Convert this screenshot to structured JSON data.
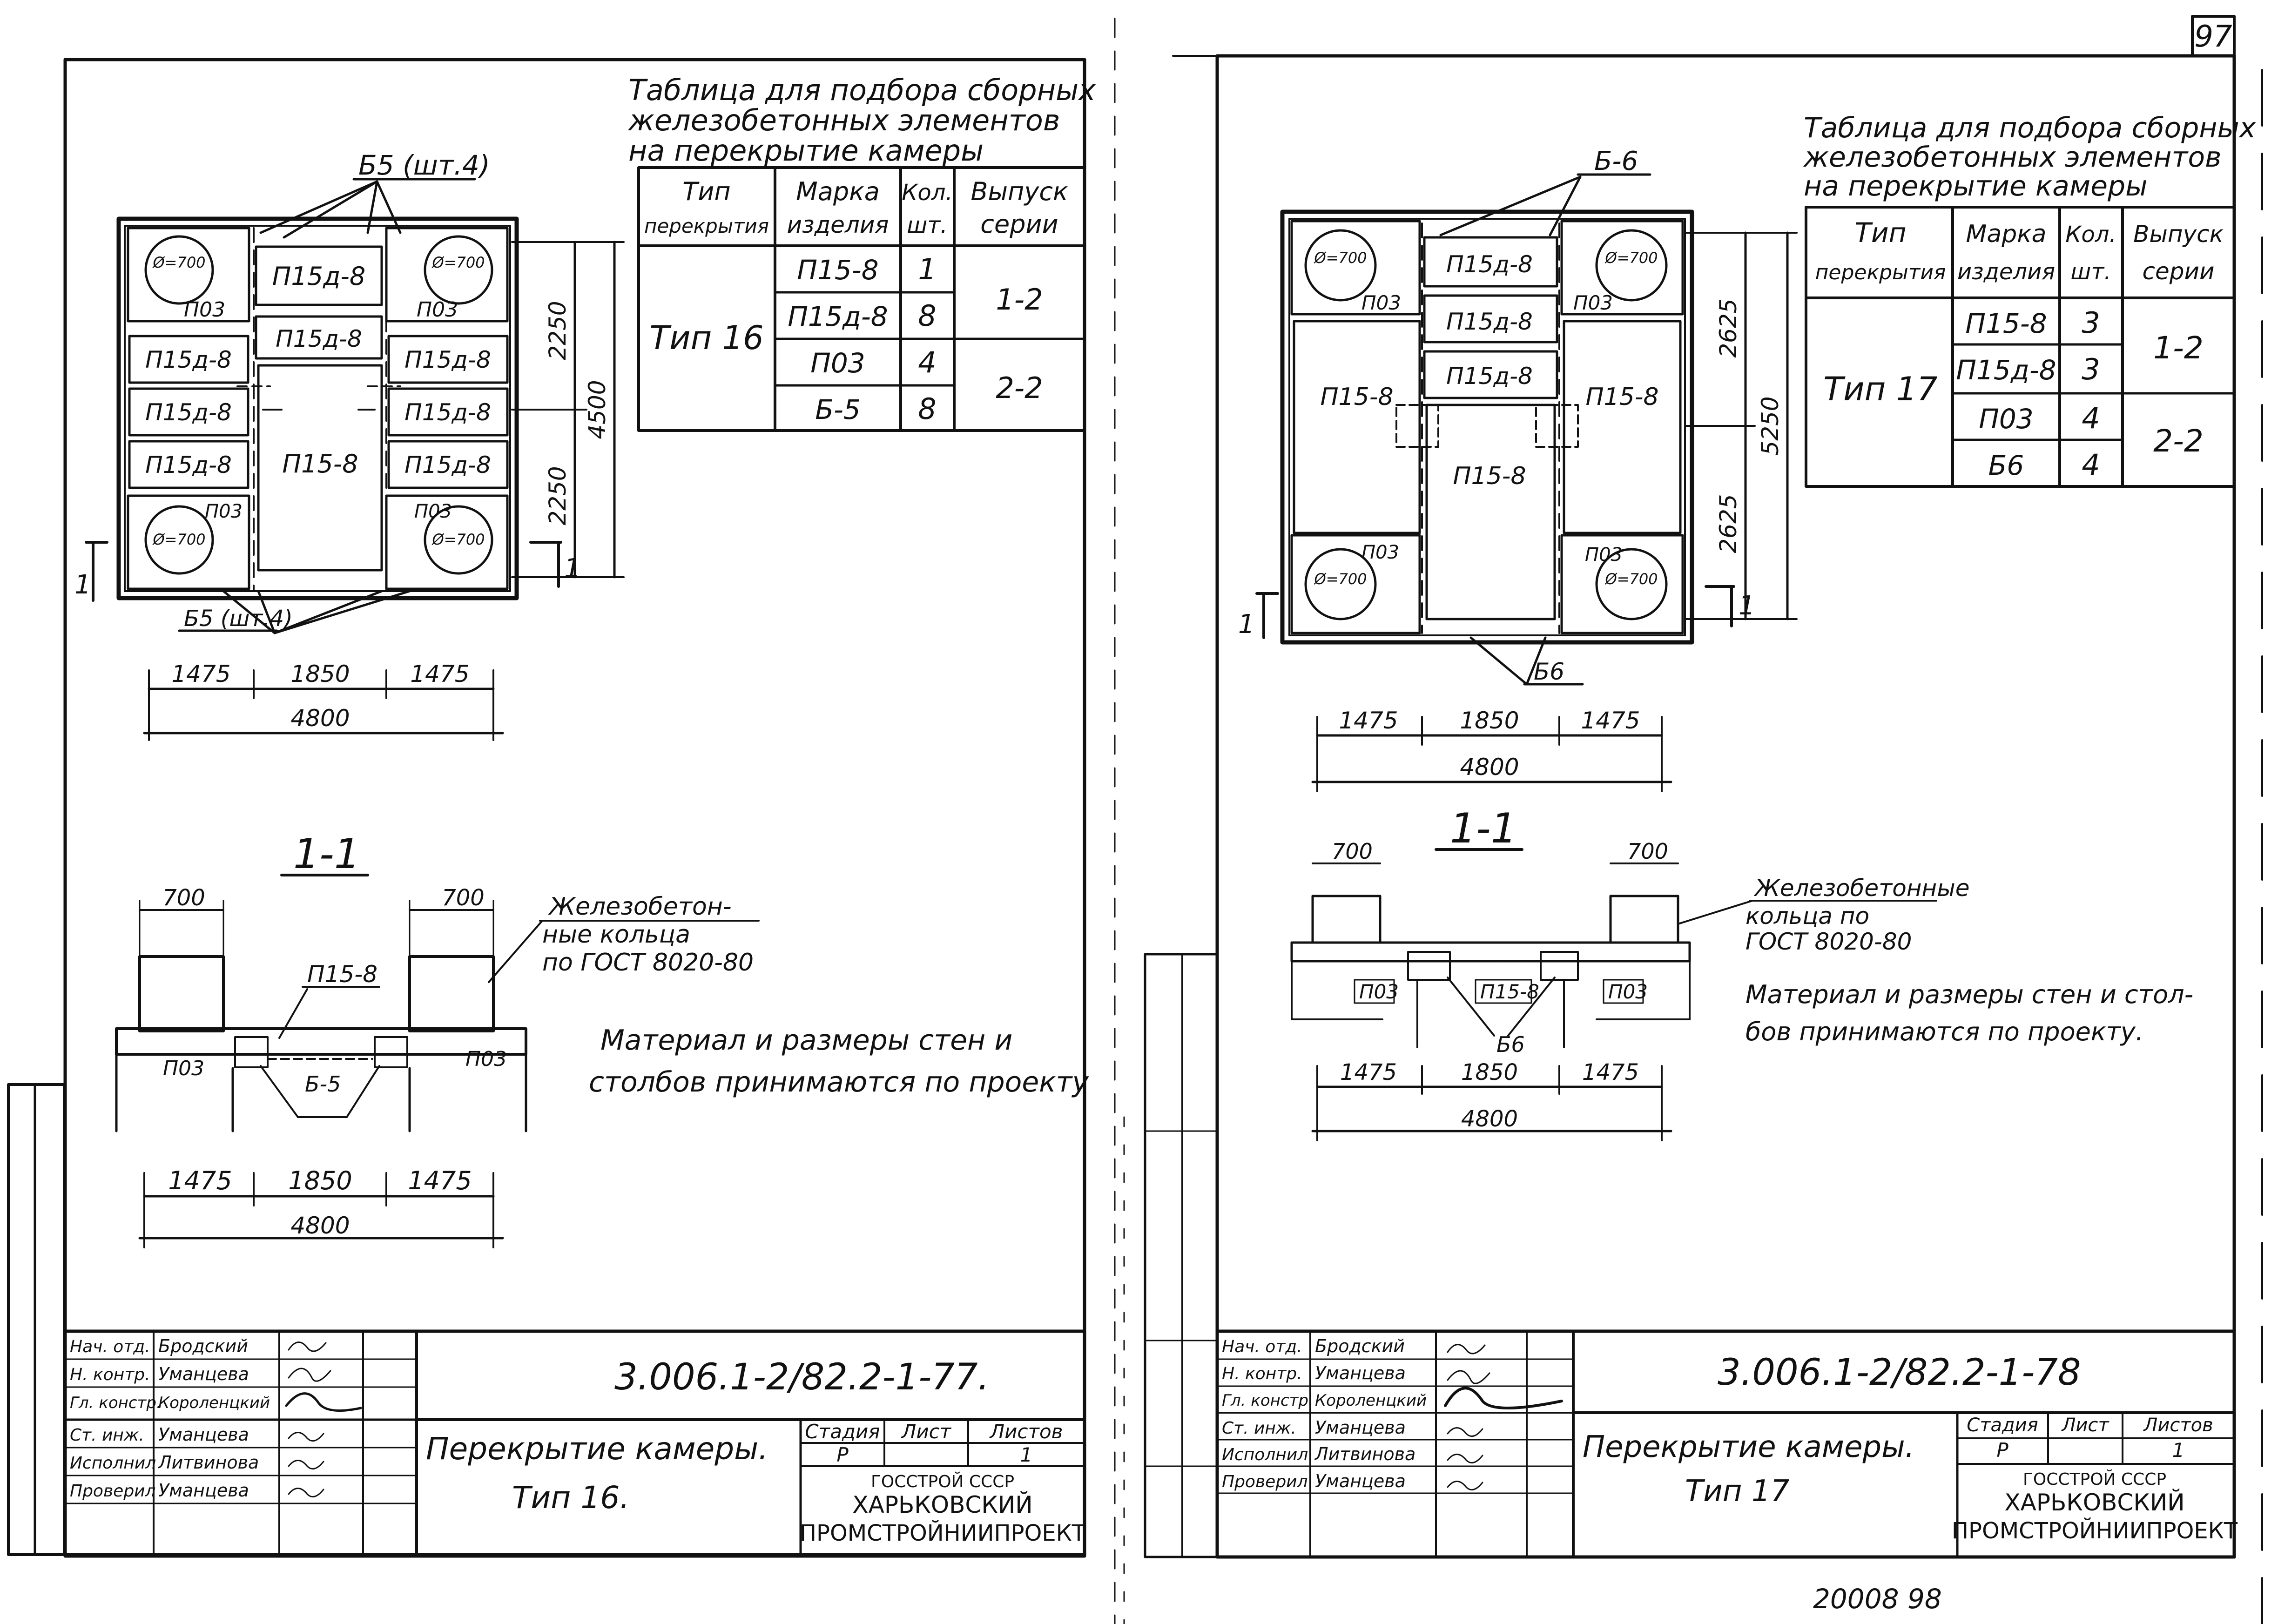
{
  "corner_page_number": "97",
  "bottom_page_note": "20008 98",
  "sheets": [
    {
      "selection_table": {
        "title": [
          "Таблица для подбора сборных",
          "железобетонных элементов",
          "на перекрытие камеры"
        ],
        "headers": [
          [
            "Тип",
            "перекрытия"
          ],
          [
            "Марка",
            "изделия"
          ],
          [
            "Кол.",
            "шт."
          ],
          [
            "Выпуск",
            "серии"
          ]
        ],
        "type": "Тип 16",
        "rows": [
          {
            "mark": "П15-8",
            "qty": "1"
          },
          {
            "mark": "П15д-8",
            "qty": "8"
          },
          {
            "mark": "П03",
            "qty": "4"
          },
          {
            "mark": "Б-5",
            "qty": "8"
          }
        ],
        "issues": [
          "1-2",
          "2-2"
        ]
      },
      "plan": {
        "top_callout": "Б5 (шт.4)",
        "bottom_callout": "Б5 (шт.4)",
        "panel_large": "П15-8",
        "panel_small": "П15д-8",
        "corner_ring": "П03",
        "ring_diameter": "Ø=700",
        "dim_half": "2250",
        "dim_total": "4500",
        "section_mark": "1",
        "widths": [
          "1475",
          "1850",
          "1475"
        ],
        "width_total": "4800"
      },
      "section": {
        "title": "1-1",
        "ring_width": "700",
        "labels": {
          "ring": "П03",
          "center": "П15-8",
          "beam": "Б-5"
        },
        "widths": [
          "1475",
          "1850",
          "1475"
        ],
        "width_total": "4800",
        "note_rings": [
          "Железобетон-",
          "ные кольца",
          "по ГОСТ 8020-80"
        ],
        "note_material": [
          "Материал и размеры стен и",
          "столбов принимаются по проекту"
        ]
      },
      "title_block": {
        "code": "3.006.1-2/82.2-1-77.",
        "roles": [
          "Нач. отд.",
          "Н. контр.",
          "Гл. констр.",
          "Ст. инж.",
          "Исполнил",
          "Проверил"
        ],
        "names": [
          "Бродский",
          "Уманцева",
          "Короленцкий",
          "Уманцева",
          "Литвинова",
          "Уманцева"
        ],
        "title_lines": [
          "Перекрытие камеры.",
          "Тип 16."
        ],
        "stage_label": "Стадия",
        "sheet_label": "Лист",
        "sheets_label": "Листов",
        "stage": "Р",
        "sheet": "1",
        "org": [
          "ГОССТРОЙ СССР",
          "ХАРЬКОВСКИЙ",
          "ПРОМСТРОЙНИИПРОЕКТ"
        ]
      }
    },
    {
      "selection_table": {
        "title": [
          "Таблица для подбора сборных",
          "железобетонных элементов",
          "на перекрытие камеры"
        ],
        "headers": [
          [
            "Тип",
            "перекрытия"
          ],
          [
            "Марка",
            "изделия"
          ],
          [
            "Кол.",
            "шт."
          ],
          [
            "Выпуск",
            "серии"
          ]
        ],
        "type": "Тип 17",
        "rows": [
          {
            "mark": "П15-8",
            "qty": "3"
          },
          {
            "mark": "П15д-8",
            "qty": "3"
          },
          {
            "mark": "П03",
            "qty": "4"
          },
          {
            "mark": "Б6",
            "qty": "4"
          }
        ],
        "issues": [
          "1-2",
          "2-2"
        ]
      },
      "plan": {
        "top_callout": "Б-6",
        "bottom_callout": "Б6",
        "panel_large": "П15-8",
        "panel_small": "П15д-8",
        "corner_ring": "П03",
        "ring_diameter": "Ø=700",
        "dim_half": "2625",
        "dim_total": "5250",
        "section_mark": "1",
        "widths": [
          "1475",
          "1850",
          "1475"
        ],
        "width_total": "4800"
      },
      "section": {
        "title": "1-1",
        "ring_width": "700",
        "labels": {
          "ring": "П03",
          "center": "П15-8",
          "beam": "Б6"
        },
        "widths": [
          "1475",
          "1850",
          "1475"
        ],
        "width_total": "4800",
        "note_rings": [
          "Железобетонные",
          "кольца по",
          "ГОСТ 8020-80"
        ],
        "note_material": [
          "Материал и размеры стен и стол-",
          "бов принимаются по проекту."
        ]
      },
      "title_block": {
        "code": "3.006.1-2/82.2-1-78",
        "roles": [
          "Нач. отд.",
          "Н. контр.",
          "Гл. констр.",
          "Ст. инж.",
          "Исполнил",
          "Проверил"
        ],
        "names": [
          "Бродский",
          "Уманцева",
          "Короленцкий",
          "Уманцева",
          "Литвинова",
          "Уманцева"
        ],
        "title_lines": [
          "Перекрытие камеры.",
          "Тип 17"
        ],
        "stage_label": "Стадия",
        "sheet_label": "Лист",
        "sheets_label": "Листов",
        "stage": "Р",
        "sheet": "1",
        "org": [
          "ГОССТРОЙ СССР",
          "ХАРЬКОВСКИЙ",
          "ПРОМСТРОЙНИИПРОЕКТ"
        ]
      }
    }
  ]
}
